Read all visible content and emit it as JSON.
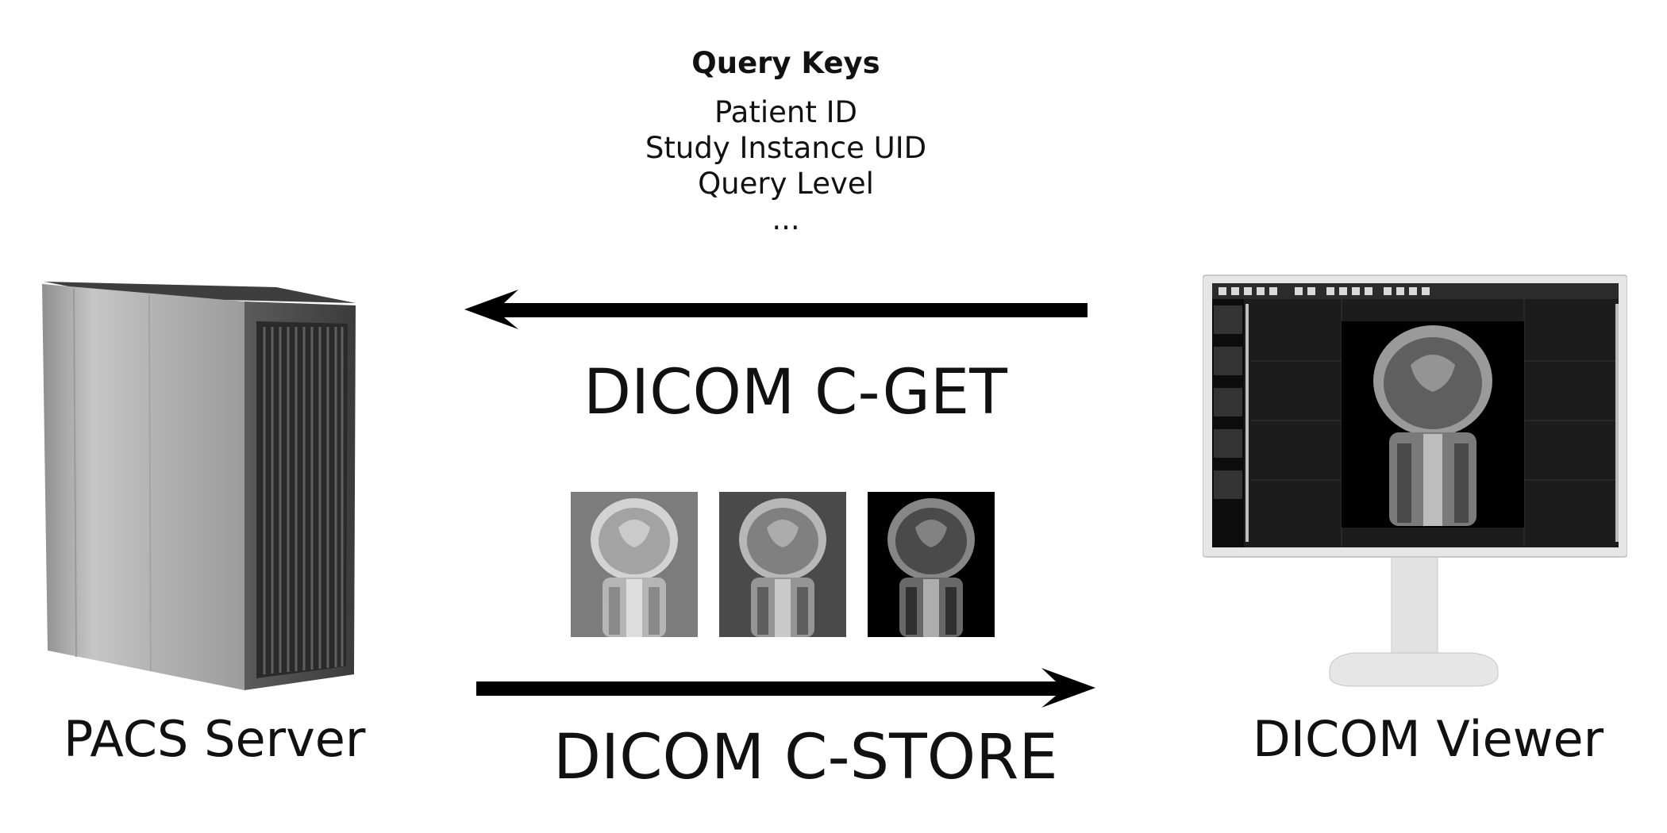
{
  "query_keys": {
    "title": "Query Keys",
    "items": [
      "Patient ID",
      "Study Instance UID",
      "Query Level",
      "..."
    ]
  },
  "arrows": {
    "get": {
      "label": "DICOM C-GET",
      "direction": "left"
    },
    "store": {
      "label": "DICOM C-STORE",
      "direction": "right"
    }
  },
  "nodes": {
    "server": {
      "label": "PACS Server",
      "icon": "pacs-server-tower-icon"
    },
    "viewer": {
      "label": "DICOM Viewer",
      "icon": "dicom-viewer-monitor-icon"
    }
  },
  "images": [
    {
      "name": "mri-coronal-light",
      "background": "#7c7c7c"
    },
    {
      "name": "mri-coronal-medium",
      "background": "#4a4a4a"
    },
    {
      "name": "mri-coronal-dark",
      "background": "#000000"
    }
  ],
  "colors": {
    "arrow": "#000000",
    "text": "#111111",
    "background": "#ffffff"
  }
}
